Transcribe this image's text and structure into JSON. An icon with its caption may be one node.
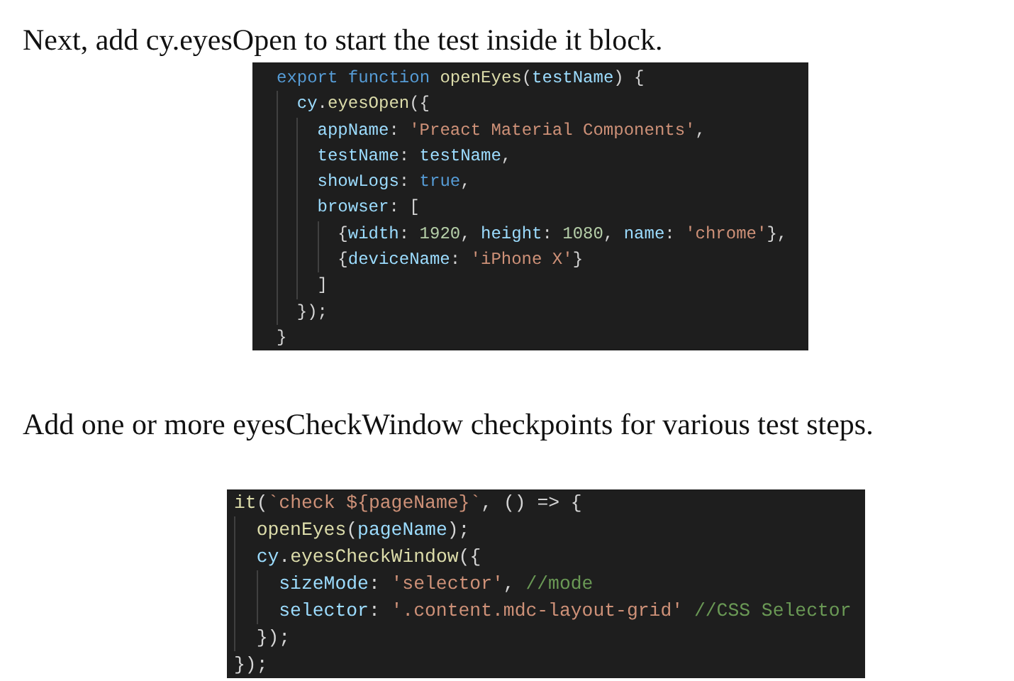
{
  "diagram": {
    "nodes": [
      {
        "text": [
          "export function openEyes(testName) {",
          "  cy.eyesOpen({",
          "    appName: 'Preact Material Components',",
          "    testName: testName,",
          "    showLogs: true,",
          "    browser: [",
          "      {width: 1920, height: 1080, name: 'chrome'},",
          "      {deviceName: 'iPhone X'}",
          "    ]",
          "  });",
          "}"
        ]
      },
      {
        "text": [
          "it(`check ${pageName}`, () => {",
          "  openEyes(pageName);",
          "  cy.eyesCheckWindow({",
          "    sizeMode: 'selector', //mode",
          "    selector: '.content.mdc-layout-grid' //CSS Selector",
          "  });",
          "});"
        ]
      }
    ],
    "labels": [
      "Next, add cy.eyesOpen to start the test inside it block.",
      "Add one or more eyesCheckWindow checkpoints for various test steps."
    ]
  }
}
